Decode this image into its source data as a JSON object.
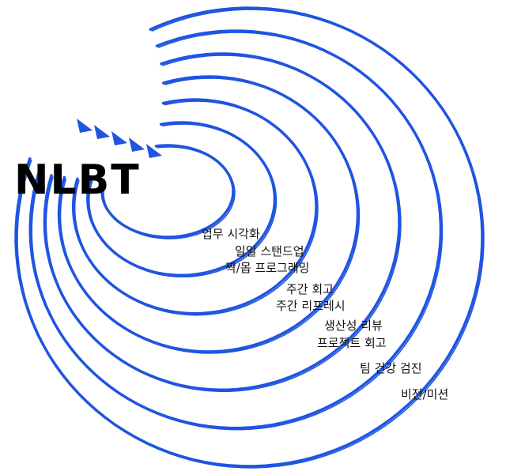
{
  "logo": "NLBT",
  "colors": {
    "ring": "#1f55e0",
    "text": "#111111"
  },
  "labels": [
    "업무 시각화",
    "일일 스탠드업",
    "짝/몹 프로그래밍",
    "주간 회고",
    "주간 리프레시",
    "생산성 리뷰",
    "프로젝트 회고",
    "팀 건강 검진",
    "비전/미션"
  ]
}
